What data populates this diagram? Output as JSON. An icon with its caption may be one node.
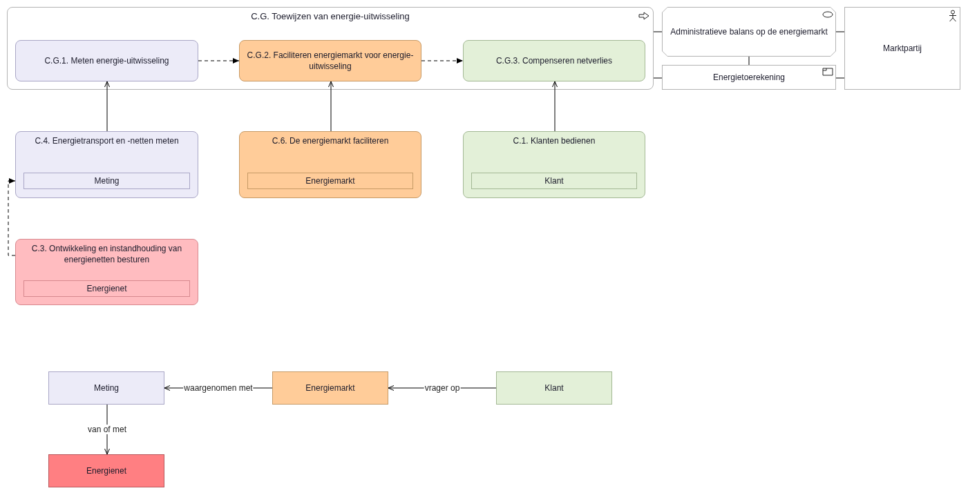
{
  "diagram": {
    "nodes": [
      {
        "text": [
          "C.G. Toewijzen van energie-uitwisseling"
        ]
      },
      {
        "text": [
          "C.G.1. Meten energie-uitwisseling"
        ],
        "in": 0
      },
      {
        "text": [
          "C.G.2. Faciliteren energiemarkt voor energie-uitwisseling"
        ],
        "in": 0
      },
      {
        "text": [
          "C.G.3. Compenseren netverlies"
        ],
        "in": 0
      },
      {
        "text": [
          "Administratieve balans op de energiemarkt"
        ]
      },
      {
        "text": [
          "Energietoerekening"
        ]
      },
      {
        "text": [
          "Marktpartij"
        ]
      },
      {
        "text": [
          "C.4. Energietransport en -netten meten"
        ]
      },
      {
        "text": [
          "Meting"
        ],
        "in": 7
      },
      {
        "text": [
          "C.6. De energiemarkt faciliteren"
        ]
      },
      {
        "text": [
          "Energiemarkt"
        ],
        "in": 9
      },
      {
        "text": [
          "C.1. Klanten bedienen"
        ]
      },
      {
        "text": [
          "Klant"
        ],
        "in": 11
      },
      {
        "text": [
          "C.3. Ontwikkeling en instandhouding van energienetten besturen"
        ]
      },
      {
        "text": [
          "Energienet"
        ],
        "in": 13
      },
      {
        "text": [
          "Meting"
        ]
      },
      {
        "text": [
          "Energiemarkt"
        ]
      },
      {
        "text": [
          "Klant"
        ]
      },
      {
        "text": [
          "Energienet"
        ]
      }
    ],
    "edges": [
      {
        "from": 1,
        "to": 2,
        "arrow": "to",
        "style": "dashed"
      },
      {
        "from": 2,
        "to": 3,
        "arrow": "to",
        "style": "dashed"
      },
      {
        "from": 7,
        "to": 1,
        "arrow": "to"
      },
      {
        "from": 9,
        "to": 2,
        "arrow": "to"
      },
      {
        "from": 11,
        "to": 3,
        "arrow": "to"
      },
      {
        "from": 13,
        "to": 7,
        "arrow": "to",
        "style": "dashed"
      },
      {
        "from": 0,
        "to": 4,
        "arrow": "none"
      },
      {
        "from": 0,
        "to": 5,
        "arrow": "none"
      },
      {
        "from": 4,
        "to": 5,
        "arrow": "none"
      },
      {
        "from": 4,
        "to": 6,
        "arrow": "none"
      },
      {
        "from": 5,
        "to": 6,
        "arrow": "none"
      },
      {
        "from": 16,
        "to": 15,
        "arrow": "to",
        "label": "waargenomen met"
      },
      {
        "from": 17,
        "to": 16,
        "arrow": "to",
        "label": "vrager op"
      },
      {
        "from": 15,
        "to": 18,
        "arrow": "to",
        "label": "van of met"
      }
    ]
  }
}
